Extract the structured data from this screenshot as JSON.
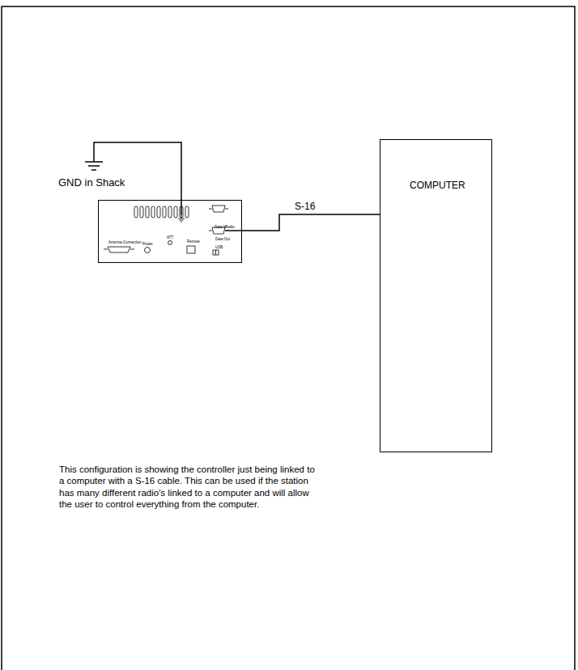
{
  "diagram": {
    "nodes": [
      {
        "text": [
          "Data In",
          "Radio",
          "Data Out",
          "Antenna Connection",
          "Power",
          "ATT",
          "Remote",
          "USB"
        ]
      },
      {
        "text": [
          "COMPUTER"
        ]
      }
    ],
    "edges": [
      {
        "from": 0,
        "to": 1,
        "label": "S-16",
        "arrow": "none"
      }
    ],
    "labels": [
      "GND in Shack",
      "This configuration is showing the controller just being linked to a computer with a S-16 cable. This can be used if the station has many different radio's linked to a computer and will allow the user to control everything from the computer."
    ]
  }
}
